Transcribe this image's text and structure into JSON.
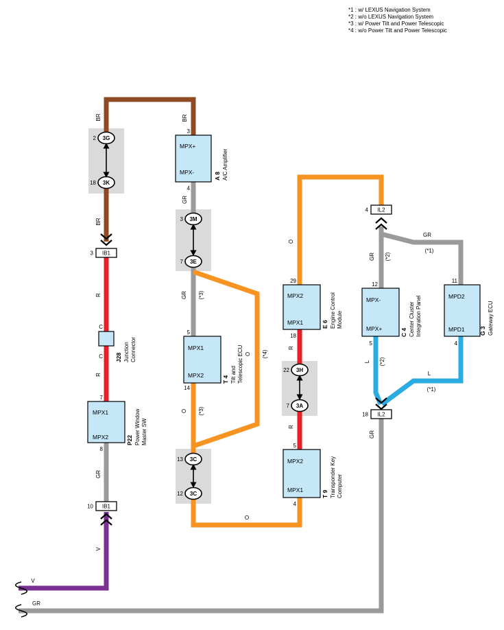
{
  "legend": {
    "line1": "*1 : w/ LEXUS Navigation System",
    "line2": "*2 : w/o LEXUS Navigation System",
    "line3": "*3 : w/ Power Tilt and Power Telescopic",
    "line4": "*4 : w/o Power Tilt and Power Telescopic"
  },
  "colors": {
    "brown": "#8e4a22",
    "red": "#e62129",
    "gray": "#9a9a9a",
    "orange": "#f79321",
    "violet": "#7a3191",
    "blue": "#2aabe2",
    "box_fill": "#c6e7f8",
    "connector_shade": "#dadada"
  },
  "components": {
    "a8": {
      "id": "A 8",
      "name": "A/C Amplifier",
      "cell_top": "MPX+",
      "cell_bottom": "MPX-",
      "pin_top": "3",
      "pin_bottom": "4"
    },
    "j28": {
      "id": "J28",
      "name_line1": "Junction",
      "name_line2": "Connector",
      "cavity_top": "C",
      "cavity_bottom": "C"
    },
    "p22": {
      "id": "P22",
      "name_line1": "Power Window",
      "name_line2": "Master SW",
      "cell_top": "MPX1",
      "cell_bottom": "MPX2",
      "pin_top": "7",
      "pin_bottom": "8"
    },
    "t4": {
      "id": "T 4",
      "name_line1": "Tilt and",
      "name_line2": "Telescopic ECU",
      "cell_top": "MPX1",
      "cell_bottom": "MPX2",
      "pin_top": "5",
      "pin_bottom": "14"
    },
    "e6": {
      "id": "E 6",
      "name_line1": "Engine Control",
      "name_line2": "Module",
      "cell_top": "MPX2",
      "cell_bottom": "MPX1",
      "pin_top": "29",
      "pin_bottom": "18"
    },
    "t9": {
      "id": "T 9",
      "name_line1": "Transponder Key",
      "name_line2": "Computer",
      "cell_top": "MPX2",
      "cell_bottom": "MPX1",
      "pin_top": "5",
      "pin_bottom": "4"
    },
    "c4": {
      "id": "C 4",
      "name_line1": "Center Cluster",
      "name_line2": "Integration Panel",
      "cell_top": "MPX-",
      "cell_bottom": "MPX+",
      "pin_top": "12",
      "pin_bottom": "5"
    },
    "g3": {
      "id": "G 3",
      "name": "Gateway ECU",
      "cell_top": "MPD2",
      "cell_bottom": "MPD1",
      "pin_top": "11",
      "pin_bottom": "4"
    }
  },
  "connectors": {
    "x3g": {
      "label": "3G",
      "pin": "2"
    },
    "x3k": {
      "label": "3K",
      "pin": "18"
    },
    "x3m": {
      "label": "3M",
      "pin": "3"
    },
    "x3e": {
      "label": "3E",
      "pin": "7"
    },
    "x3h": {
      "label": "3H",
      "pin": "22"
    },
    "x3a": {
      "label": "3A",
      "pin": "7"
    },
    "x3c_upper": {
      "label": "3C",
      "pin": "13"
    },
    "x3c_lower": {
      "label": "3C",
      "pin": "12"
    },
    "ib1_upper": {
      "label": "IB1",
      "pin": "3"
    },
    "ib1_lower": {
      "label": "IB1",
      "pin": "10"
    },
    "il2_upper": {
      "label": "IL2",
      "pin": "4"
    },
    "il2_lower": {
      "label": "IL2",
      "pin": "18"
    }
  },
  "wire_labels": {
    "br_loop_left": "BR",
    "br_loop_right": "BR",
    "br_to_ib1": "BR",
    "r_ib1_j28": "R",
    "r_j28_p22": "R",
    "gr_p22_ib1": "GR",
    "v_vertical": "V",
    "v_horizontal": "V",
    "gr_ac_3m": "GR",
    "gr_3e_t4": "GR",
    "gr_3e_t4_note": "(*3)",
    "o_bypass": "O",
    "o_bypass_note": "(*4)",
    "o_t4_3c": "O",
    "o_t4_3c_note": "(*3)",
    "o_bottom": "O",
    "o_e6_il2": "O",
    "r_e6_3h": "R",
    "r_3a_t9": "R",
    "gr_il2_c4": "GR",
    "gr_il2_c4_note": "(*2)",
    "gr_to_g3": "GR",
    "gr_to_g3_note": "(*1)",
    "l_c4": "L",
    "l_c4_note": "(*2)",
    "l_g3": "L",
    "l_g3_note": "(*1)",
    "gr_il2_down": "GR",
    "gr_bottom": "GR"
  }
}
